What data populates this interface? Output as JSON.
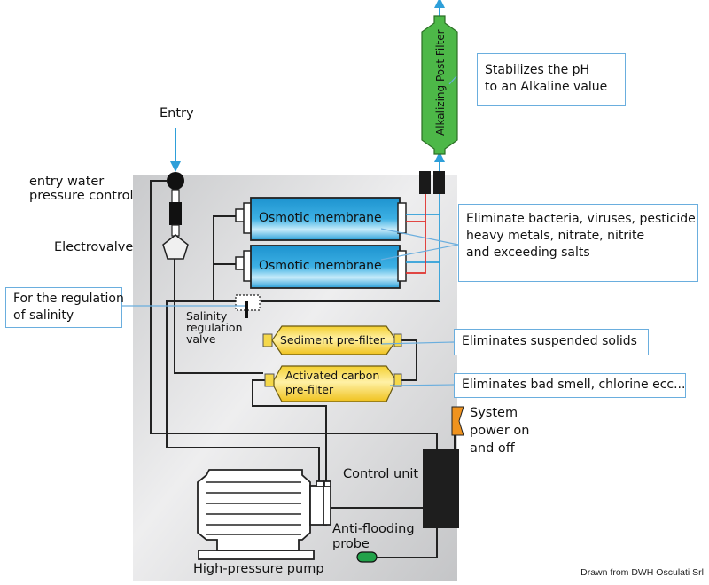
{
  "title": "Reverse osmosis water purification system diagram",
  "labels": {
    "entry": "Entry",
    "entry_pressure_control": [
      "entry water",
      "pressure control"
    ],
    "electrovalve": "Electrovalve",
    "salinity_valve": [
      "Salinity",
      "regulation",
      "valve"
    ],
    "control_unit": "Control unit",
    "anti_flooding_probe": [
      "Anti-flooding",
      "probe"
    ],
    "high_pressure_pump": "High-pressure pump",
    "system_power": [
      "System",
      "power on",
      "and off"
    ]
  },
  "components": {
    "membrane_1": "Osmotic membrane",
    "membrane_2": "Osmotic membrane",
    "sediment_filter": "Sediment  pre-filter",
    "carbon_filter": [
      "Activated carbon",
      "pre-filter"
    ],
    "post_filter": "Alkalizing Post Filter"
  },
  "callouts": {
    "ph": [
      "Stabilizes the pH",
      "to an Alkaline value"
    ],
    "membrane": [
      "Eliminate bacteria, viruses, pesticide",
      "heavy metals, nitrate, nitrite",
      "and exceeding salts"
    ],
    "salinity": [
      "For the regulation",
      "of salinity"
    ],
    "sediment": "Eliminates suspended solids",
    "carbon": "Eliminates bad smell, chlorine ecc..."
  },
  "credit": "Drawn from DWH Osculati Srl",
  "colors": {
    "water_flow": "#2e9fd9",
    "drain_red": "#e0302c",
    "membrane_blue": "#2fa6dc",
    "prefilter_yellow": "#f5d84a",
    "postfilter_green": "#4db848",
    "switch_orange": "#f0931e",
    "probe_green": "#22a24a",
    "callout_border": "#6aaede"
  }
}
